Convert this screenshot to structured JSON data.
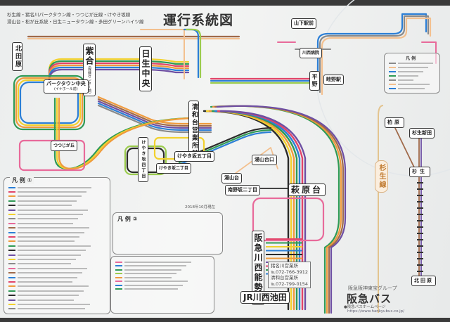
{
  "header": {
    "subtitle_line1": "杉生線・猪名川パークタウン線・つつじが丘線・けやき坂線",
    "subtitle_line2": "湯山台・松が丘系統・日生ニュータウン線・多田グリーンハイツ線",
    "title": "運行系統図"
  },
  "stations": {
    "kitatawara_w": "北田原",
    "shiogo": "紫合",
    "shiogo_sub": "(保健センター前)",
    "nisseichuo": "日生中央",
    "parktown": "パークタウン中央",
    "parktown_sub": "(イナホール前)",
    "seiwadai": "清和台営業所前",
    "keyaki5": "けやき坂五丁目",
    "keyaki4": "けやき坂四丁目",
    "keyaki2": "けやき坂二丁目",
    "tsutsujigaoka": "つつじが丘",
    "yuyamadai_guchi": "湯山台口",
    "yuyamadai": "湯山台",
    "minaminozaka": "南野坂二丁目",
    "hagiharadai": "萩原台",
    "noseguchi": "阪急川西能勢口",
    "jr_ikeda": "JR川西池田",
    "yamashita": "山下駅前",
    "kawanishi_hosp": "川西病院",
    "unebeno": "畦野駅",
    "hirano": "平野",
    "kashiwara": "柏原",
    "sugiu_shinden": "杉生新田",
    "sugiu": "杉生",
    "kitatawara_e": "北田原"
  },
  "line_badge": "杉生線",
  "legends": {
    "legend1": "凡 例 ①",
    "legend2": "凡 例 ②",
    "legend_right": "凡 例",
    "as_of": "2018年10月現在"
  },
  "offices": {
    "inagawa": "猪名川営業所",
    "inagawa_tel": "℡072-766-3912",
    "seiwadai": "清和台営業所",
    "seiwadai_tel": "℡072-799-0154"
  },
  "brand": {
    "group": "阪急阪神東宝グループ",
    "name": "阪急バス",
    "homepage_label": "●阪急バスホームページ",
    "url": "https://www.hankyubus.co.jp/"
  },
  "colors": {
    "orange": "#ef9a3c",
    "yellow": "#f2d12e",
    "red": "#e2456a",
    "green": "#2f9a55",
    "blue": "#2c7fd6",
    "purple": "#6e4fa3",
    "brown": "#a06a4a",
    "black": "#2b2b2b",
    "lightgreen": "#9bcc4e",
    "peach": "#f3c08f",
    "gray": "#8a8a8a",
    "pink": "#e86a9a"
  }
}
